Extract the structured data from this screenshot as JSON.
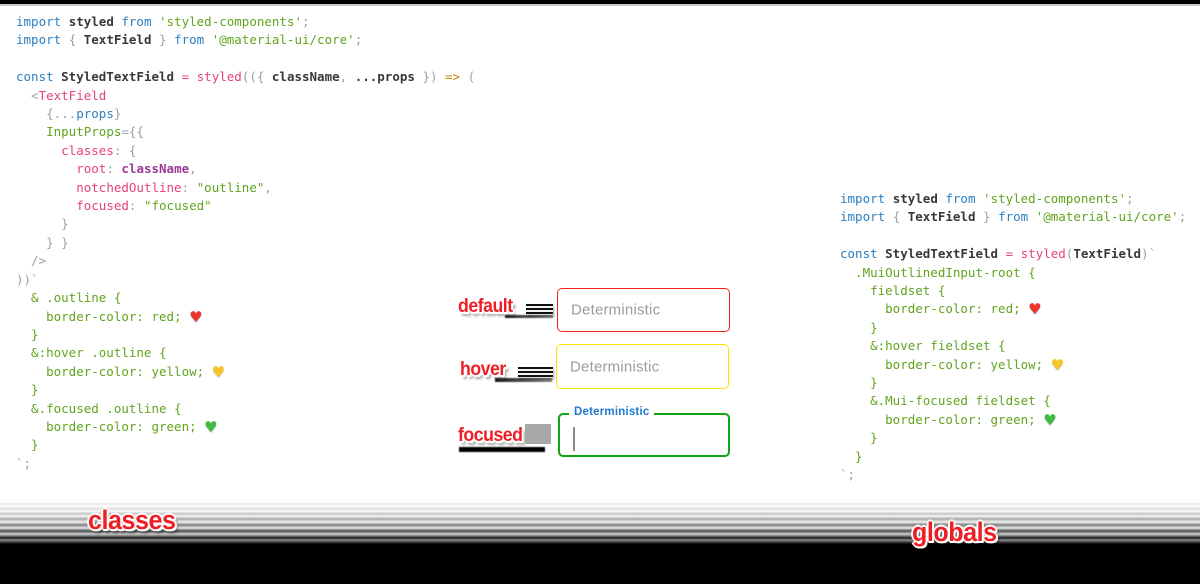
{
  "colors": {
    "keyword_blue": "#2d7fc1",
    "string_green": "#61a41e",
    "pink": "#e8417c",
    "annotation_red": "#ee1f24",
    "default_border": "#f1211c",
    "hover_border": "#f8e400",
    "focused_border": "#12a312",
    "focused_label_blue": "#1d79d2",
    "placeholder_gray": "#9b9b9b"
  },
  "annotations": {
    "default_label": "default",
    "hover_label": "hover",
    "focused_label": "focused",
    "classes_label": "classes",
    "globals_label": "globals"
  },
  "textfields": {
    "default": {
      "placeholder": "Deterministic",
      "border_color": "#f1211c"
    },
    "hover": {
      "placeholder": "Deterministic",
      "border_color": "#f8e400"
    },
    "focused": {
      "float_label": "Deterministic",
      "border_color": "#12a312",
      "label_color": "#1d79d2"
    }
  },
  "code": {
    "left": {
      "lines": [
        [
          [
            "import ",
            "kw"
          ],
          [
            "styled",
            "id"
          ],
          [
            " ",
            "pun"
          ],
          [
            "from ",
            "kw"
          ],
          [
            "'styled-components'",
            "str"
          ],
          [
            ";",
            "pun"
          ]
        ],
        [
          [
            "import ",
            "kw"
          ],
          [
            "{ ",
            "pun"
          ],
          [
            "TextField",
            "id"
          ],
          [
            " } ",
            "pun"
          ],
          [
            "from ",
            "kw"
          ],
          [
            "'@material-ui/core'",
            "str"
          ],
          [
            ";",
            "pun"
          ]
        ],
        [],
        [
          [
            "const ",
            "kw"
          ],
          [
            "StyledTextField",
            "id"
          ],
          [
            " ",
            "pun"
          ],
          [
            "= ",
            "pink"
          ],
          [
            "styled",
            "pink"
          ],
          [
            "(({ ",
            "pun"
          ],
          [
            "className",
            "id"
          ],
          [
            ", ",
            "pun"
          ],
          [
            "...props",
            "id"
          ],
          [
            " }) ",
            "pun"
          ],
          [
            "=> ",
            "arr"
          ],
          [
            "(",
            "pun"
          ]
        ],
        [
          [
            "  <",
            "pun"
          ],
          [
            "TextField",
            "pink"
          ]
        ],
        [
          [
            "    {",
            "pun"
          ],
          [
            "...",
            "pun"
          ],
          [
            "props",
            "kw"
          ],
          [
            "}",
            "pun"
          ]
        ],
        [
          [
            "    ",
            "pun"
          ],
          [
            "InputProps",
            "str"
          ],
          [
            "={{",
            "pun"
          ]
        ],
        [
          [
            "      ",
            "pun"
          ],
          [
            "classes",
            "pink"
          ],
          [
            ": {",
            "pun"
          ]
        ],
        [
          [
            "        ",
            "pun"
          ],
          [
            "root",
            "pink"
          ],
          [
            ": ",
            "pun"
          ],
          [
            "className",
            "mag"
          ],
          [
            ",",
            "pun"
          ]
        ],
        [
          [
            "        ",
            "pun"
          ],
          [
            "notchedOutline",
            "pink"
          ],
          [
            ": ",
            "pun"
          ],
          [
            "\"outline\"",
            "str"
          ],
          [
            ",",
            "pun"
          ]
        ],
        [
          [
            "        ",
            "pun"
          ],
          [
            "focused",
            "pink"
          ],
          [
            ": ",
            "pun"
          ],
          [
            "\"focused\"",
            "str"
          ]
        ],
        [
          [
            "      }",
            "pun"
          ]
        ],
        [
          [
            "    } }",
            "pun"
          ]
        ],
        [
          [
            "  />",
            "pun"
          ]
        ],
        [
          [
            "))`",
            "pun"
          ]
        ],
        [
          [
            "  & .outline {",
            "str"
          ]
        ],
        [
          [
            "    border-color: red; ",
            "str"
          ],
          [
            "♥",
            "heart-red"
          ]
        ],
        [
          [
            "  }",
            "str"
          ]
        ],
        [
          [
            "  &:hover .outline {",
            "str"
          ]
        ],
        [
          [
            "    border-color: yellow; ",
            "str"
          ],
          [
            "♥",
            "heart-yellow"
          ]
        ],
        [
          [
            "  }",
            "str"
          ]
        ],
        [
          [
            "  &.focused .outline {",
            "str"
          ]
        ],
        [
          [
            "    border-color: green; ",
            "str"
          ],
          [
            "♥",
            "heart-green"
          ]
        ],
        [
          [
            "  }",
            "str"
          ]
        ],
        [
          [
            "`;",
            "pun"
          ]
        ]
      ]
    },
    "right": {
      "lines": [
        [
          [
            "import ",
            "kw"
          ],
          [
            "styled",
            "id"
          ],
          [
            " ",
            "pun"
          ],
          [
            "from ",
            "kw"
          ],
          [
            "'styled-components'",
            "str"
          ],
          [
            ";",
            "pun"
          ]
        ],
        [
          [
            "import ",
            "kw"
          ],
          [
            "{ ",
            "pun"
          ],
          [
            "TextField",
            "id"
          ],
          [
            " } ",
            "pun"
          ],
          [
            "from ",
            "kw"
          ],
          [
            "'@material-ui/core'",
            "str"
          ],
          [
            ";",
            "pun"
          ]
        ],
        [],
        [
          [
            "const ",
            "kw"
          ],
          [
            "StyledTextField",
            "id"
          ],
          [
            " ",
            "pun"
          ],
          [
            "= ",
            "pink"
          ],
          [
            "styled",
            "pink"
          ],
          [
            "(",
            "pun"
          ],
          [
            "TextField",
            "id"
          ],
          [
            ")`",
            "pun"
          ]
        ],
        [
          [
            "  .MuiOutlinedInput-root {",
            "str"
          ]
        ],
        [
          [
            "    fieldset {",
            "str"
          ]
        ],
        [
          [
            "      border-color: red; ",
            "str"
          ],
          [
            "♥",
            "heart-red"
          ]
        ],
        [
          [
            "    }",
            "str"
          ]
        ],
        [
          [
            "    &:hover fieldset {",
            "str"
          ]
        ],
        [
          [
            "      border-color: yellow; ",
            "str"
          ],
          [
            "♥",
            "heart-yellow"
          ]
        ],
        [
          [
            "    }",
            "str"
          ]
        ],
        [
          [
            "    &.Mui-focused fieldset {",
            "str"
          ]
        ],
        [
          [
            "      border-color: green; ",
            "str"
          ],
          [
            "♥",
            "heart-green"
          ]
        ],
        [
          [
            "    }",
            "str"
          ]
        ],
        [
          [
            "  }",
            "str"
          ]
        ],
        [
          [
            "`;",
            "pun"
          ]
        ]
      ]
    }
  }
}
